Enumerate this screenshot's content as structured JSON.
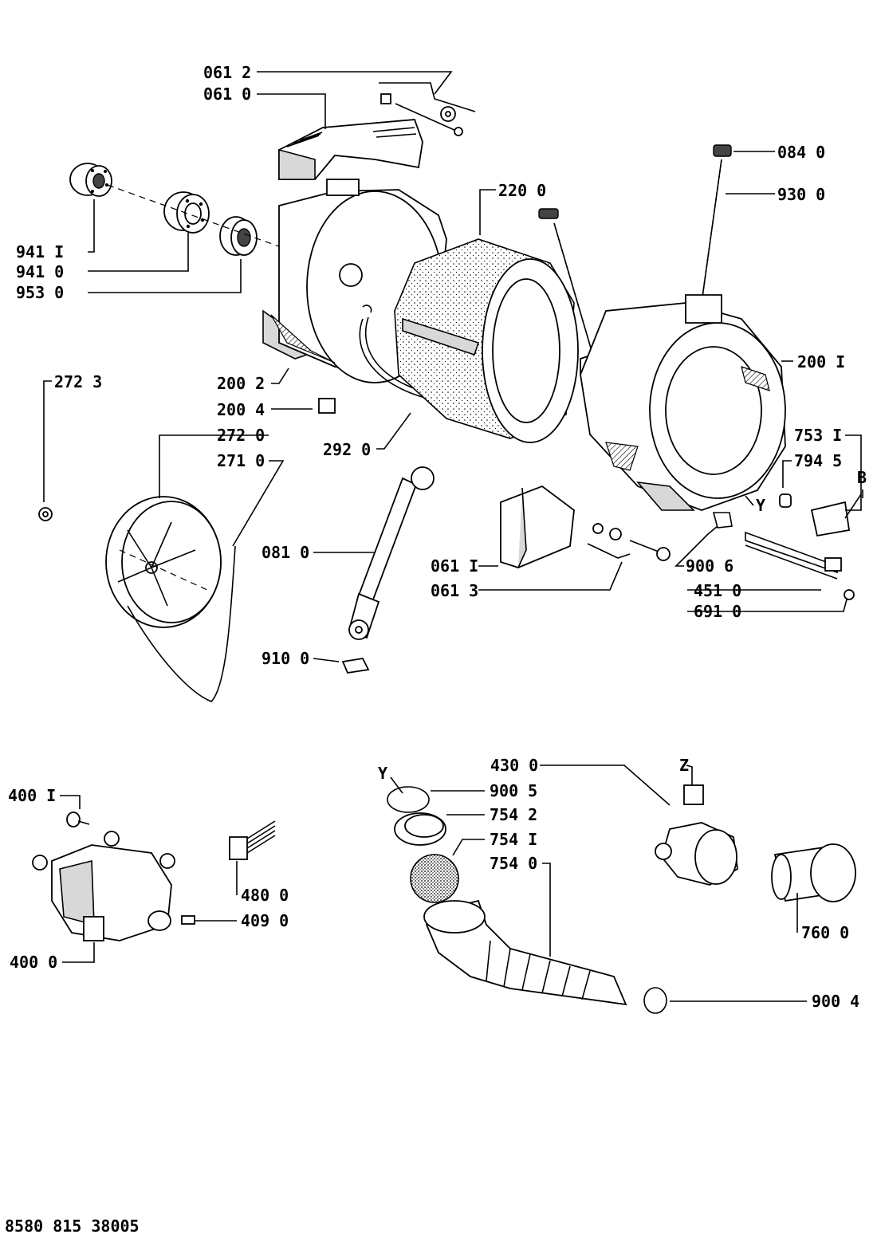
{
  "diagram": {
    "document_code": "8580 815 38005",
    "parts": [
      {
        "id": "p0612",
        "label": "061 2"
      },
      {
        "id": "p0610",
        "label": "061 0"
      },
      {
        "id": "p0840",
        "label": "084 0"
      },
      {
        "id": "p2200",
        "label": "220 0"
      },
      {
        "id": "p9300",
        "label": "930 0"
      },
      {
        "id": "p9411a",
        "label": "941 I"
      },
      {
        "id": "p9410",
        "label": "941 0"
      },
      {
        "id": "p9530",
        "label": "953 0"
      },
      {
        "id": "p2723",
        "label": "272 3"
      },
      {
        "id": "p2002",
        "label": "200 2"
      },
      {
        "id": "p2001",
        "label": "200 I"
      },
      {
        "id": "p2004",
        "label": "200 4"
      },
      {
        "id": "p2720",
        "label": "272 0"
      },
      {
        "id": "p2920",
        "label": "292 0"
      },
      {
        "id": "p2710",
        "label": "271 0"
      },
      {
        "id": "p7531",
        "label": "753 I"
      },
      {
        "id": "p7945",
        "label": "794 5"
      },
      {
        "id": "pB",
        "label": "B"
      },
      {
        "id": "pY1",
        "label": "Y"
      },
      {
        "id": "p0810",
        "label": "081 0"
      },
      {
        "id": "p0611",
        "label": "061 I"
      },
      {
        "id": "p9006",
        "label": "900 6"
      },
      {
        "id": "p0613",
        "label": "061 3"
      },
      {
        "id": "p4510",
        "label": "451 0"
      },
      {
        "id": "p6910",
        "label": "691 0"
      },
      {
        "id": "p9100",
        "label": "910 0"
      },
      {
        "id": "p4300",
        "label": "430 0"
      },
      {
        "id": "pZ",
        "label": "Z"
      },
      {
        "id": "pY2",
        "label": "Y"
      },
      {
        "id": "p9005",
        "label": "900 5"
      },
      {
        "id": "p4001",
        "label": "400 I"
      },
      {
        "id": "p7542",
        "label": "754 2"
      },
      {
        "id": "p7541",
        "label": "754 I"
      },
      {
        "id": "p7540",
        "label": "754 0"
      },
      {
        "id": "p4800",
        "label": "480 0"
      },
      {
        "id": "p4090",
        "label": "409 0"
      },
      {
        "id": "p7600",
        "label": "760 0"
      },
      {
        "id": "p4000",
        "label": "400 0"
      },
      {
        "id": "p9004",
        "label": "900 4"
      }
    ]
  }
}
